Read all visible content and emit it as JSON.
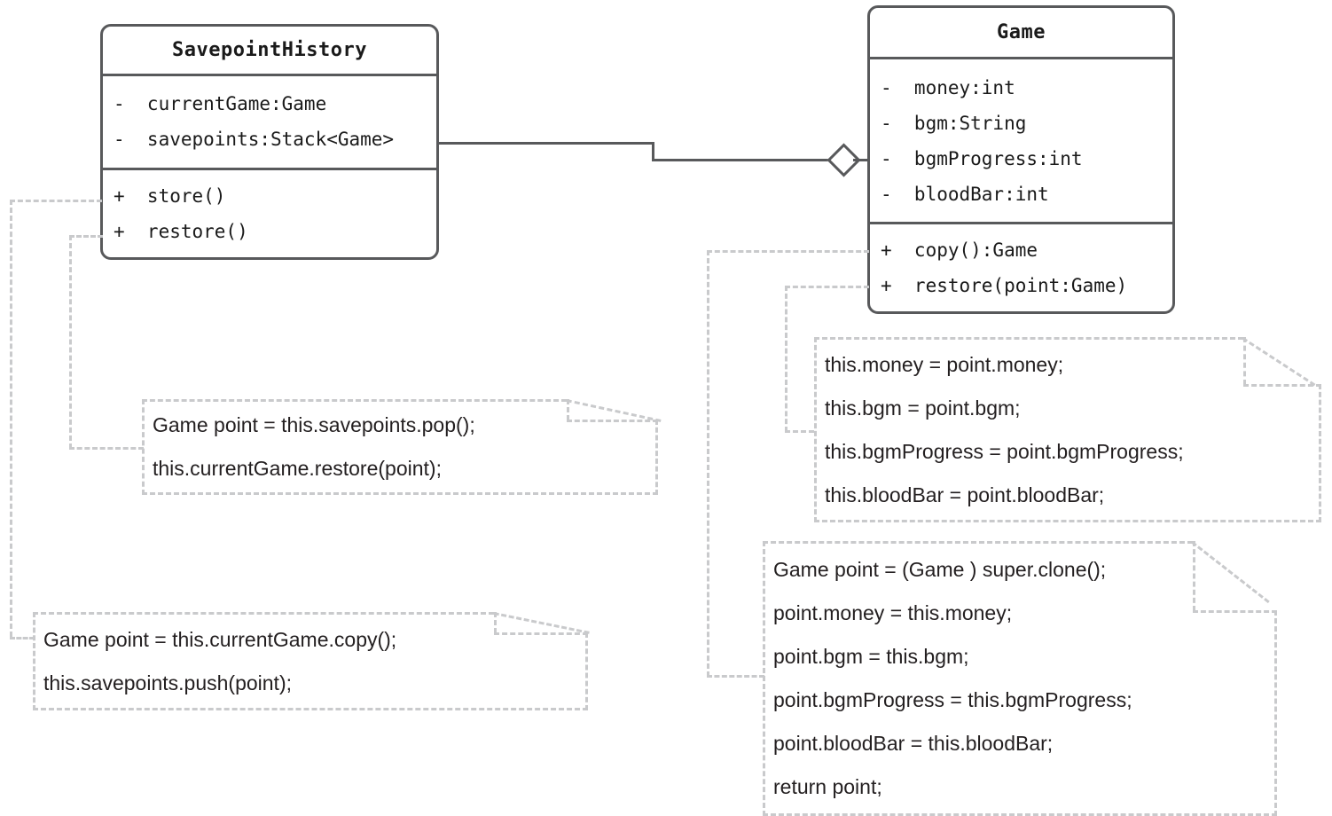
{
  "diagram": {
    "type": "uml-class-diagram",
    "background_color": "#ffffff",
    "class_border_color": "#58595b",
    "note_border_color": "#c9cacc",
    "text_color": "#231f20"
  },
  "classes": [
    {
      "name": "SavepointHistory",
      "attributes": [
        "-  currentGame:Game",
        "-  savepoints:Stack<Game>"
      ],
      "methods": [
        "+  store()",
        "+  restore()"
      ]
    },
    {
      "name": "Game",
      "attributes": [
        "-  money:int",
        "-  bgm:String",
        "-  bgmProgress:int",
        "-  bloodBar:int"
      ],
      "methods": [
        "+  copy():Game",
        "+  restore(point:Game)"
      ]
    }
  ],
  "relationship": {
    "kind": "aggregation",
    "source": "SavepointHistory",
    "target": "Game",
    "diamond": "hollow"
  },
  "notes": [
    {
      "id": "note-restore-history",
      "attached_to": "SavepointHistory.restore()",
      "lines": [
        "Game point = this.savepoints.pop();",
        "this.currentGame.restore(point);"
      ]
    },
    {
      "id": "note-store-history",
      "attached_to": "SavepointHistory.store()",
      "lines": [
        "Game point = this.currentGame.copy();",
        "this.savepoints.push(point);"
      ]
    },
    {
      "id": "note-restore-game",
      "attached_to": "Game.restore(point:Game)",
      "lines": [
        "this.money = point.money;",
        "this.bgm = point.bgm;",
        "this.bgmProgress = point.bgmProgress;",
        "this.bloodBar = point.bloodBar;"
      ]
    },
    {
      "id": "note-copy-game",
      "attached_to": "Game.copy():Game",
      "lines": [
        "Game point = (Game ) super.clone();",
        "point.money = this.money;",
        "point.bgm = this.bgm;",
        "point.bgmProgress = this.bgmProgress;",
        "point.bloodBar = this.bloodBar;",
        "return point;"
      ]
    }
  ]
}
